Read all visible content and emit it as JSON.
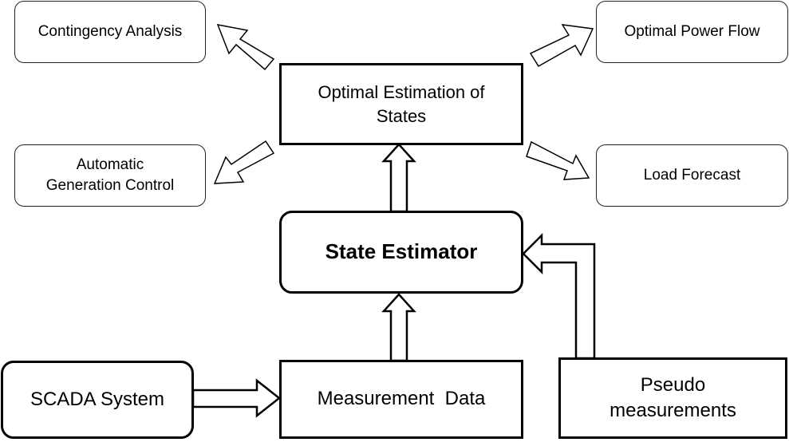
{
  "nodes": {
    "contingency": "Contingency Analysis",
    "optimal_power_flow": "Optimal Power Flow",
    "optimal_estimation_line1": "Optimal Estimation of",
    "optimal_estimation_line2": "States",
    "agc_line1": "Automatic",
    "agc_line2": "Generation Control",
    "load_forecast": "Load Forecast",
    "state_estimator": "State Estimator",
    "scada": "SCADA System",
    "measurement_data": "Measurement  Data",
    "pseudo_line1": "Pseudo",
    "pseudo_line2": "measurements"
  },
  "colors": {
    "stroke": "#000000",
    "fill": "#ffffff"
  }
}
